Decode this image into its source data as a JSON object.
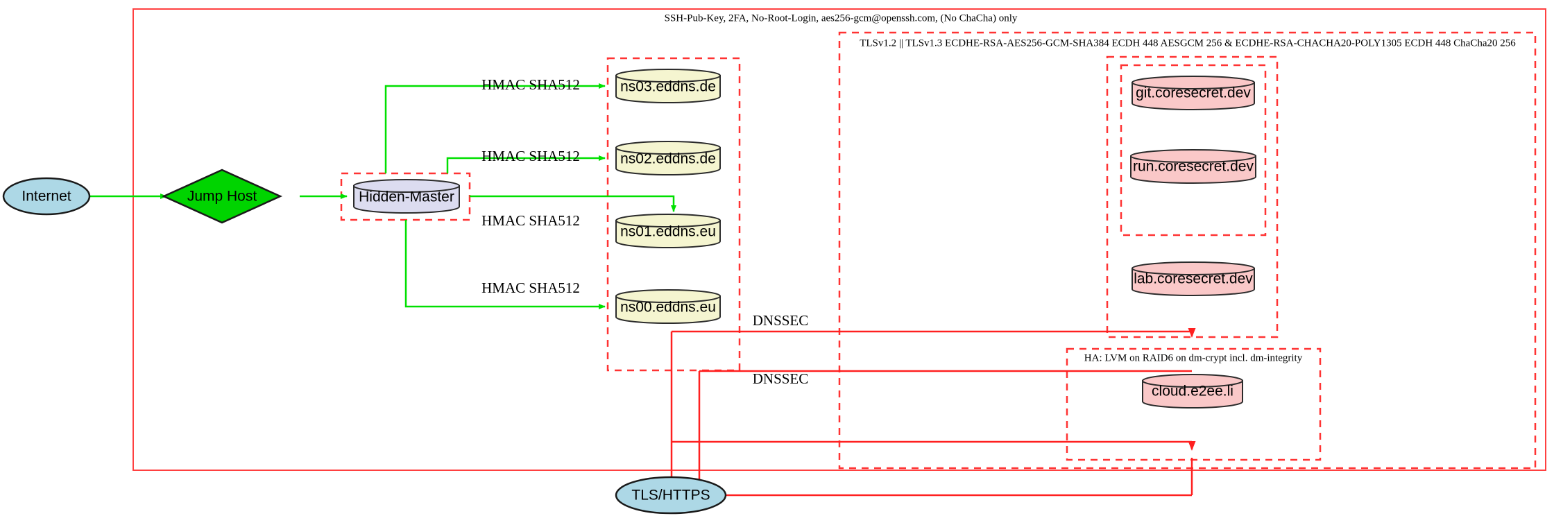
{
  "diagram": {
    "title": "Network security topology",
    "colors": {
      "cluster_red": "#ff3333",
      "edge_green": "#00e000",
      "edge_red": "#ff2020",
      "internet_fill": "#add8e6",
      "jumphost_fill": "#00d400",
      "master_fill": "#dcdcf0",
      "dns_fill": "#f5f5d0",
      "service_fill": "#fac8c8"
    },
    "clusters": [
      {
        "id": "ssh-cluster",
        "label": "SSH-Pub-Key, 2FA, No-Root-Login, aes256-gcm@openssh.com, (No ChaCha) only",
        "style": "solid"
      },
      {
        "id": "tls-cluster",
        "label": "TLSv1.2 || TLSv1.3 ECDHE-RSA-AES256-GCM-SHA384 ECDH 448 AESGCM 256 & ECDHE-RSA-CHACHA20-POLY1305 ECDH 448 ChaCha20 256",
        "style": "dashed"
      },
      {
        "id": "ha-cluster",
        "label": "HA: LVM on RAID6 on dm-crypt incl. dm-integrity",
        "style": "dashed"
      },
      {
        "id": "hidden-master-cluster",
        "label": "",
        "style": "dashed"
      },
      {
        "id": "dns-cluster",
        "label": "",
        "style": "dashed"
      },
      {
        "id": "coresecret-outer-cluster",
        "label": "",
        "style": "dashed"
      },
      {
        "id": "coresecret-inner-cluster",
        "label": "",
        "style": "dashed"
      }
    ],
    "nodes": {
      "internet": {
        "label": "Internet",
        "shape": "ellipse",
        "fill": "#add8e6"
      },
      "jump_host": {
        "label": "Jump Host",
        "shape": "diamond",
        "fill": "#00d400"
      },
      "hidden_master": {
        "label": "Hidden-Master",
        "shape": "cylinder",
        "fill": "#dcdcf0"
      },
      "ns03": {
        "label": "ns03.eddns.de",
        "shape": "cylinder",
        "fill": "#f5f5d0"
      },
      "ns02": {
        "label": "ns02.eddns.de",
        "shape": "cylinder",
        "fill": "#f5f5d0"
      },
      "ns01": {
        "label": "ns01.eddns.eu",
        "shape": "cylinder",
        "fill": "#f5f5d0"
      },
      "ns00": {
        "label": "ns00.eddns.eu",
        "shape": "cylinder",
        "fill": "#f5f5d0"
      },
      "git": {
        "label": "git.coresecret.dev",
        "shape": "cylinder",
        "fill": "#fac8c8"
      },
      "run": {
        "label": "run.coresecret.dev",
        "shape": "cylinder",
        "fill": "#fac8c8"
      },
      "lab": {
        "label": "lab.coresecret.dev",
        "shape": "cylinder",
        "fill": "#fac8c8"
      },
      "cloud": {
        "label": "cloud.e2ee.li",
        "shape": "cylinder",
        "fill": "#fac8c8"
      },
      "tls_https": {
        "label": "TLS/HTTPS",
        "shape": "ellipse",
        "fill": "#add8e6"
      }
    },
    "edge_labels": {
      "hmac_ns03": "HMAC SHA512",
      "hmac_ns02": "HMAC SHA512",
      "hmac_ns01": "HMAC SHA512",
      "hmac_ns00": "HMAC SHA512",
      "dnssec_upper": "DNSSEC",
      "dnssec_lower": "DNSSEC"
    }
  }
}
